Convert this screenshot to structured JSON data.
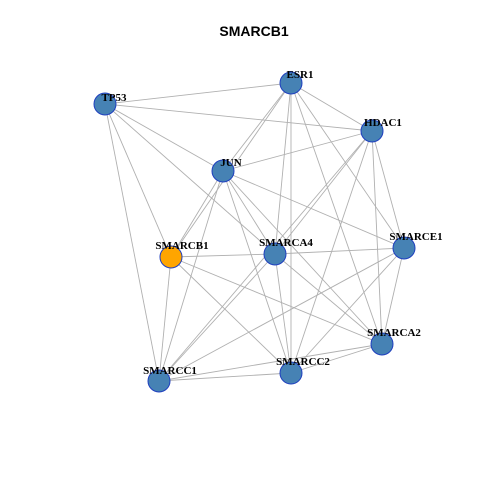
{
  "title": "SMARCB1",
  "colors": {
    "default_node": "#4682b4",
    "highlight_node": "#ffa500",
    "edge": "#b0b0b0",
    "node_border": "#1f3fbf"
  },
  "nodes": [
    {
      "id": "TP53",
      "label": "TP53",
      "highlight": false
    },
    {
      "id": "ESR1",
      "label": "ESR1",
      "highlight": false
    },
    {
      "id": "HDAC1",
      "label": "HDAC1",
      "highlight": false
    },
    {
      "id": "JUN",
      "label": "JUN",
      "highlight": false
    },
    {
      "id": "SMARCB1",
      "label": "SMARCB1",
      "highlight": true
    },
    {
      "id": "SMARCA4",
      "label": "SMARCA4",
      "highlight": false
    },
    {
      "id": "SMARCE1",
      "label": "SMARCE1",
      "highlight": false
    },
    {
      "id": "SMARCA2",
      "label": "SMARCA2",
      "highlight": false
    },
    {
      "id": "SMARCC1",
      "label": "SMARCC1",
      "highlight": false
    },
    {
      "id": "SMARCC2",
      "label": "SMARCC2",
      "highlight": false
    }
  ],
  "edges": [
    [
      "TP53",
      "ESR1"
    ],
    [
      "TP53",
      "HDAC1"
    ],
    [
      "TP53",
      "JUN"
    ],
    [
      "TP53",
      "SMARCB1"
    ],
    [
      "TP53",
      "SMARCA4"
    ],
    [
      "TP53",
      "SMARCC1"
    ],
    [
      "ESR1",
      "HDAC1"
    ],
    [
      "ESR1",
      "JUN"
    ],
    [
      "ESR1",
      "SMARCB1"
    ],
    [
      "ESR1",
      "SMARCA4"
    ],
    [
      "ESR1",
      "SMARCE1"
    ],
    [
      "ESR1",
      "SMARCA2"
    ],
    [
      "ESR1",
      "SMARCC2"
    ],
    [
      "HDAC1",
      "JUN"
    ],
    [
      "HDAC1",
      "SMARCA4"
    ],
    [
      "HDAC1",
      "SMARCE1"
    ],
    [
      "HDAC1",
      "SMARCA2"
    ],
    [
      "HDAC1",
      "SMARCC1"
    ],
    [
      "HDAC1",
      "SMARCC2"
    ],
    [
      "JUN",
      "SMARCB1"
    ],
    [
      "JUN",
      "SMARCA4"
    ],
    [
      "JUN",
      "SMARCE1"
    ],
    [
      "JUN",
      "SMARCA2"
    ],
    [
      "JUN",
      "SMARCC1"
    ],
    [
      "JUN",
      "SMARCC2"
    ],
    [
      "SMARCB1",
      "SMARCA4"
    ],
    [
      "SMARCB1",
      "SMARCA2"
    ],
    [
      "SMARCB1",
      "SMARCC1"
    ],
    [
      "SMARCB1",
      "SMARCC2"
    ],
    [
      "SMARCA4",
      "SMARCE1"
    ],
    [
      "SMARCA4",
      "SMARCA2"
    ],
    [
      "SMARCA4",
      "SMARCC1"
    ],
    [
      "SMARCA4",
      "SMARCC2"
    ],
    [
      "SMARCE1",
      "SMARCA2"
    ],
    [
      "SMARCE1",
      "SMARCC1"
    ],
    [
      "SMARCE1",
      "SMARCC2"
    ],
    [
      "SMARCA2",
      "SMARCC1"
    ],
    [
      "SMARCA2",
      "SMARCC2"
    ],
    [
      "SMARCC1",
      "SMARCC2"
    ]
  ]
}
